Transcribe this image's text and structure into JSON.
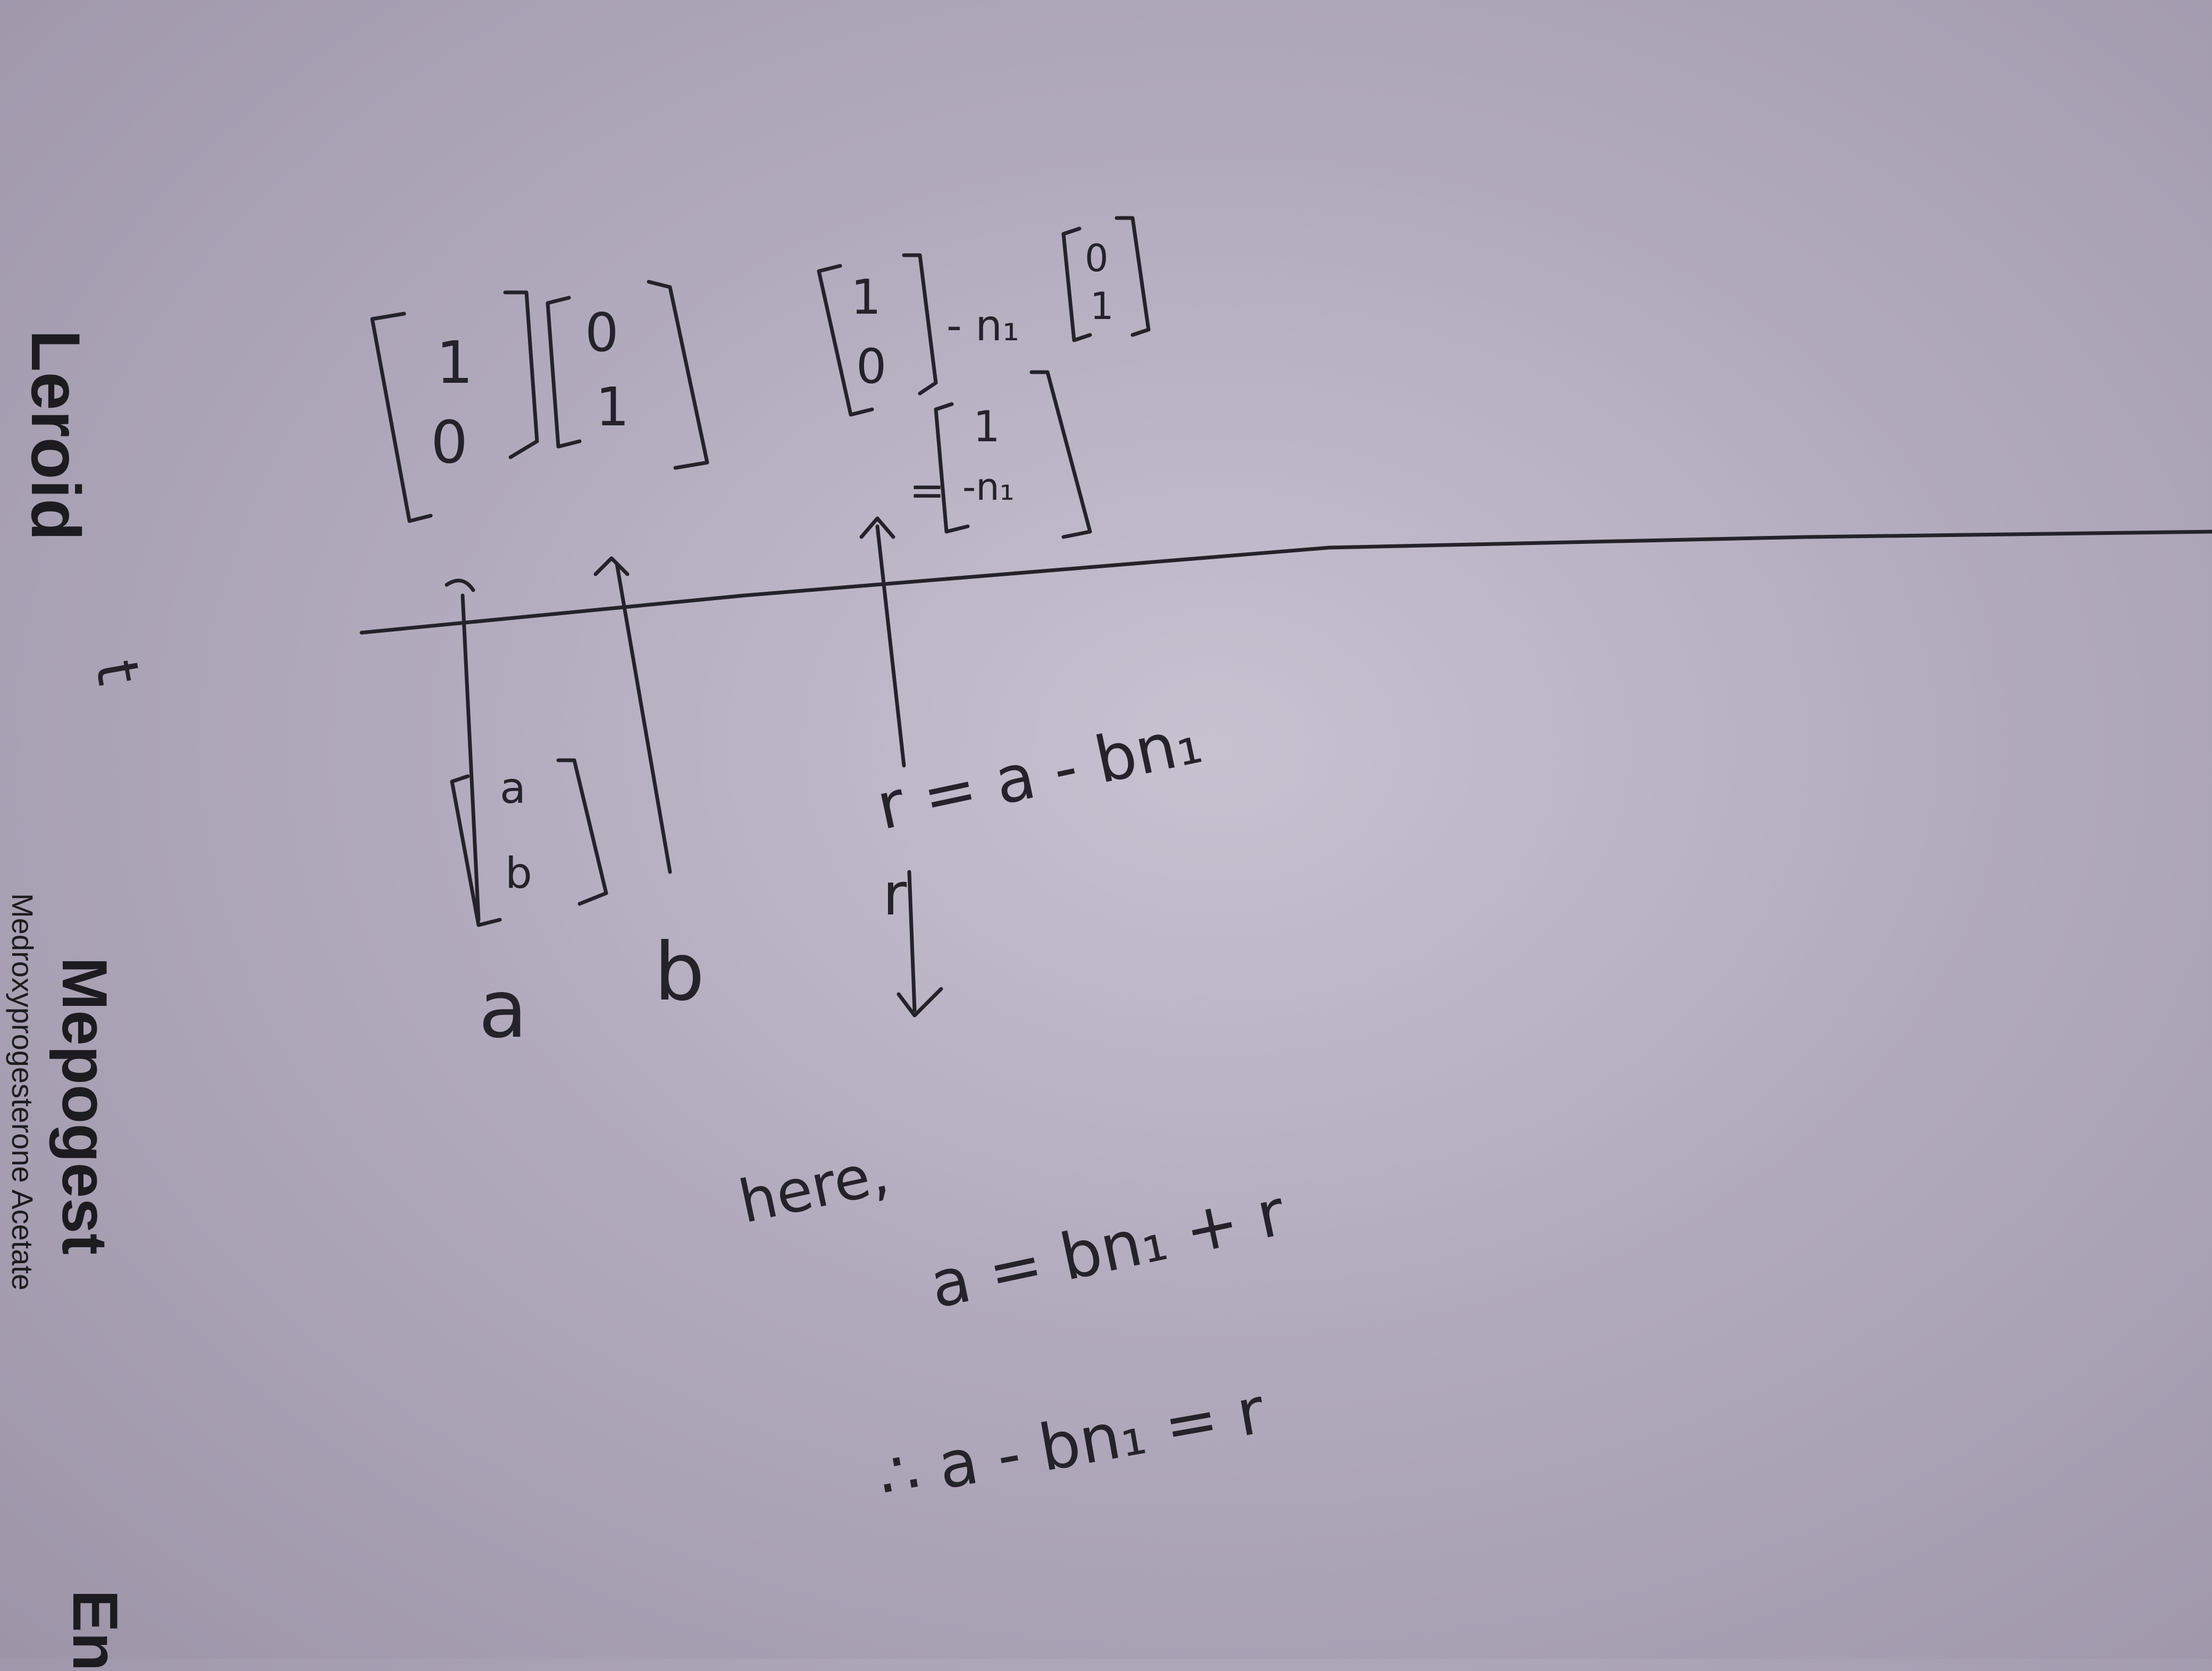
{
  "printed": {
    "brand_1": "Leroid",
    "brand_2": "Mepogest",
    "brand_2_sub": "Medroxyprogesterone Acetate",
    "brand_3": "En"
  },
  "handwriting": {
    "vec_e1_top": "1",
    "vec_e1_bottom": "0",
    "vec_e2_top": "0",
    "vec_e2_bottom": "1",
    "expr_minus": "- n₁",
    "expr_top_1": "1",
    "expr_top_0a": "0",
    "expr_top_0b": "0",
    "expr_top_1b": "1",
    "equals": "=",
    "result_top": "1",
    "result_bottom": "-n₁",
    "vec_ab_top": "a",
    "vec_ab_bottom": "b",
    "label_a": "a",
    "label_b": "b",
    "remainder_eq": "r = a - bn₁",
    "remainder_sym": "r",
    "here": "here,",
    "eq_1": "a = bn₁ + r",
    "eq_2": "∴ a - bn₁ = r",
    "mark_t": "t"
  },
  "colors": {
    "ink": "#24222a",
    "paper": "#b8b1c3",
    "print": "#1c1c20"
  }
}
